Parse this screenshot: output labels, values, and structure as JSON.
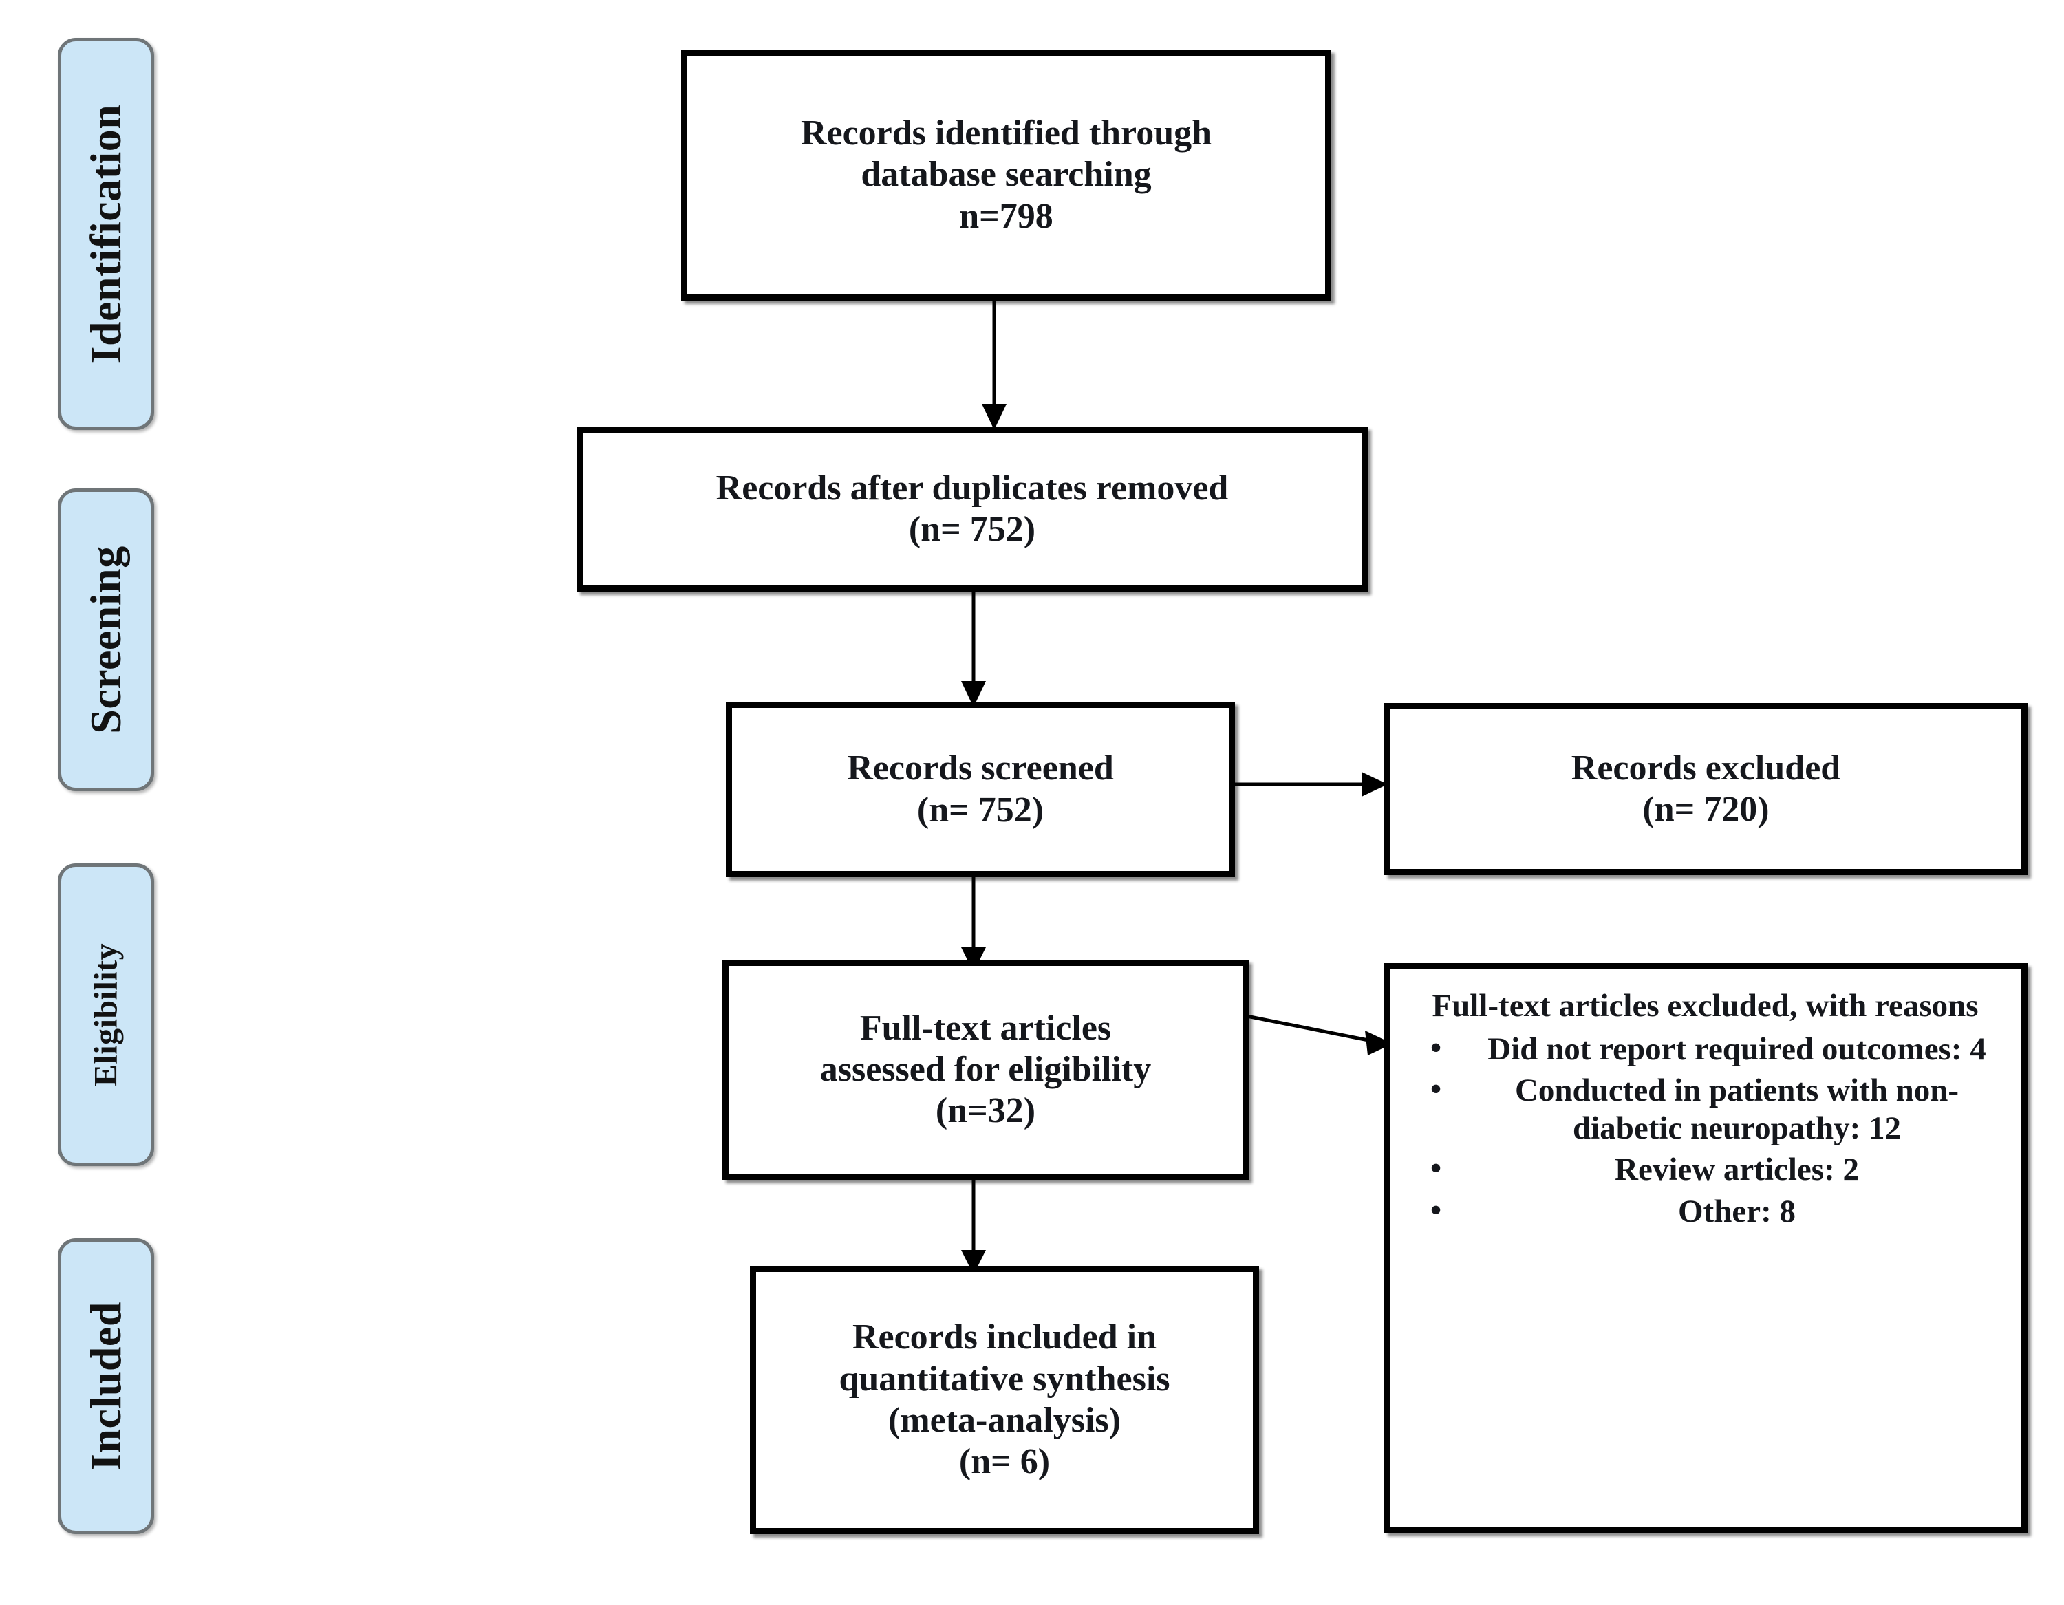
{
  "diagram": {
    "title": "PRISMA flow diagram",
    "type": "prisma-flow",
    "accent_color": "#cce6f7",
    "pill_border_color": "#6f7578",
    "box_border_color": "#000000",
    "text_color": "#15171c",
    "background": "#ffffff"
  },
  "stages": [
    {
      "label": "Identification"
    },
    {
      "label": "Screening"
    },
    {
      "label": "Eligibility"
    },
    {
      "label": "Included"
    }
  ],
  "boxes": {
    "identified": {
      "lines": [
        "Records identified through",
        "database searching",
        "n=798"
      ],
      "count": 798
    },
    "duplicates_removed": {
      "lines": [
        "Records after duplicates removed",
        "(n= 752)"
      ],
      "count": 752
    },
    "screened": {
      "lines": [
        "Records screened",
        "(n= 752)"
      ],
      "count": 752
    },
    "records_excluded": {
      "lines": [
        "Records excluded",
        "(n= 720)"
      ],
      "count": 720
    },
    "fulltext_assessed": {
      "lines": [
        "Full-text articles",
        "assessed for eligibility",
        "(n=32)"
      ],
      "count": 32
    },
    "fulltext_excluded": {
      "title_lines": [
        "Full-text articles excluded, with",
        "reasons"
      ],
      "reasons": [
        {
          "text": "Did not report required outcomes: 4",
          "count": 4
        },
        {
          "text": "Conducted in patients with non-diabetic neuropathy: 12",
          "count": 12
        },
        {
          "text": "Review articles: 2",
          "count": 2
        },
        {
          "text": "Other: 8",
          "count": 8
        }
      ]
    },
    "included": {
      "lines": [
        "Records included in",
        "quantitative synthesis",
        "(meta-analysis)",
        "(n= 6)"
      ],
      "count": 6
    }
  },
  "connectors": [
    {
      "name": "identified-to-duplicates",
      "from": "identified",
      "to": "duplicates_removed",
      "direction": "down"
    },
    {
      "name": "duplicates-to-screened",
      "from": "duplicates_removed",
      "to": "screened",
      "direction": "down"
    },
    {
      "name": "screened-to-excluded",
      "from": "screened",
      "to": "records_excluded",
      "direction": "right"
    },
    {
      "name": "screened-to-fulltext",
      "from": "screened",
      "to": "fulltext_assessed",
      "direction": "down"
    },
    {
      "name": "fulltext-to-excluded-reasons",
      "from": "fulltext_assessed",
      "to": "fulltext_excluded",
      "direction": "right"
    },
    {
      "name": "fulltext-to-included",
      "from": "fulltext_assessed",
      "to": "included",
      "direction": "down"
    }
  ]
}
